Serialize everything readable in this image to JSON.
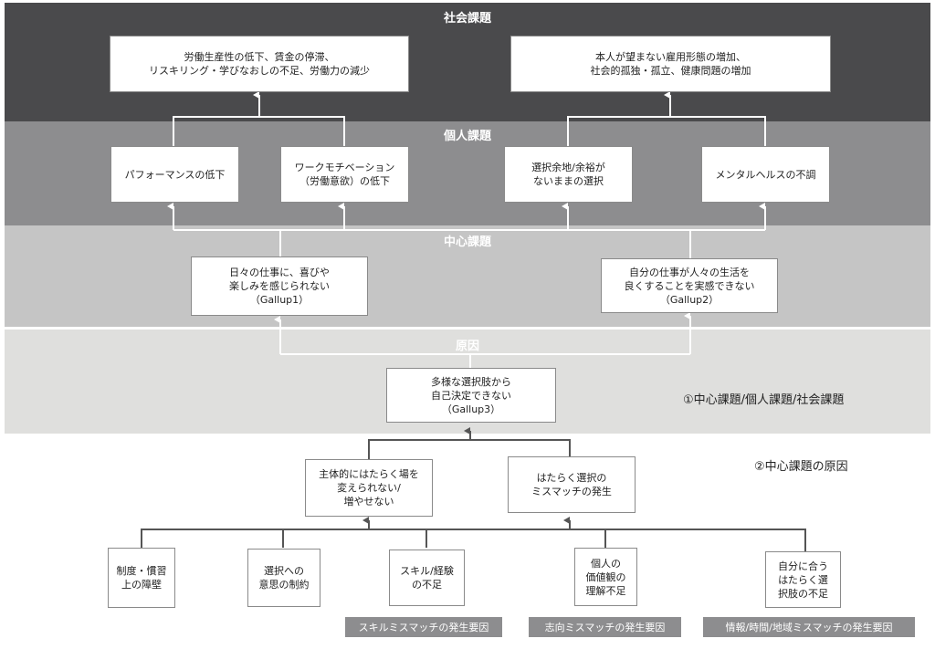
{
  "bands": {
    "social": "社会課題",
    "individual": "個人課題",
    "core": "中心課題",
    "cause": "原因"
  },
  "social_issues": [
    "労働生産性の低下、賃金の停滞、\nリスキリング・学びなおしの不足、労働力の減少",
    "本人が望まない雇用形態の増加、\n社会的孤独・孤立、健康問題の増加"
  ],
  "individual_issues": [
    "パフォーマンスの低下",
    "ワークモチベーション\n（労働意欲）の低下",
    "選択余地/余裕が\nないままの選択",
    "メンタルヘルスの不調"
  ],
  "core_issues": [
    "日々の仕事に、喜びや\n楽しみを感じられない\n（Gallup1）",
    "自分の仕事が人々の生活を\n良くすることを実感できない\n（Gallup2）"
  ],
  "root_cause": "多様な選択肢から\n自己決定できない\n（Gallup3）",
  "side_labels": {
    "upper": "①中心課題/個人課題/社会課題",
    "lower": "②中心課題の原因"
  },
  "mid_causes": [
    "主体的にはたらく場を\n変えられない/\n増やせない",
    "はたらく選択の\nミスマッチの発生"
  ],
  "factors": [
    "制度・慣習\n上の障壁",
    "選択への\n意思の制約",
    "スキル/経験\nの不足",
    "個人の\n価値観の\n理解不足",
    "自分に合う\nはたらく選\n択肢の不足"
  ],
  "factor_tags": [
    "スキルミスマッチの発生要因",
    "志向ミスマッチの発生要因",
    "情報/時間/地域ミスマッチの発生要因"
  ]
}
